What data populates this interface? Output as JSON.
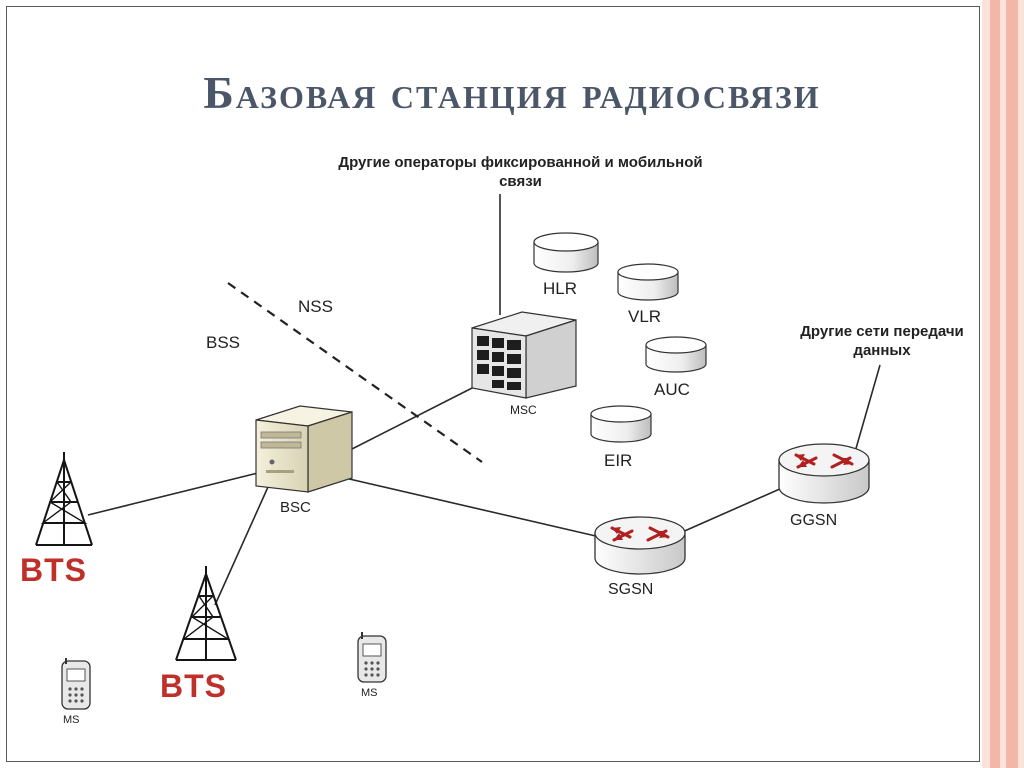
{
  "slide": {
    "title": "Базовая станция радиосвязи"
  },
  "diagram": {
    "labels": {
      "other_fixed_ops": "Другие операторы фиксированной и мобильной связи",
      "other_data_nets": "Другие сети передачи данных",
      "nss": "NSS",
      "bss": "BSS",
      "hlr": "HLR",
      "vlr": "VLR",
      "auc": "AUC",
      "eir": "EIR",
      "msc": "MSC",
      "bsc": "BSC",
      "sgsn": "SGSN",
      "ggsn": "GGSN",
      "bts_1": "BTS",
      "bts_2": "BTS",
      "ms_1": "MS",
      "ms_2": "MS"
    },
    "colors": {
      "title": "#4b5668",
      "bts_label": "#c0302a",
      "router_arrows": "#b02020",
      "stripe_pink": "#f3b7a8",
      "stripe_light": "#fbe3dc"
    }
  }
}
